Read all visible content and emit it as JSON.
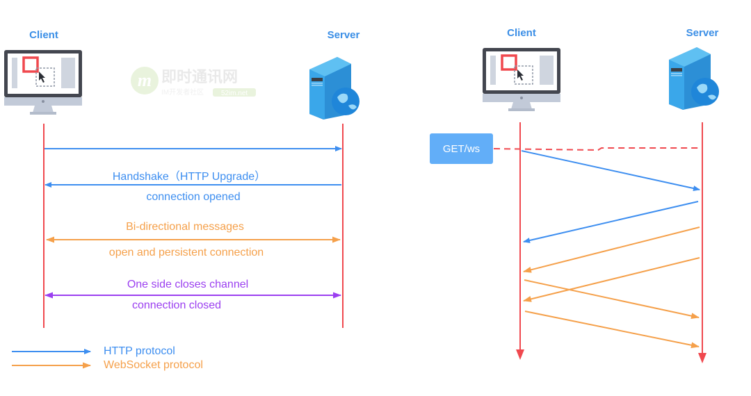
{
  "left_diagram": {
    "client_label": "Client",
    "server_label": "Server",
    "messages": [
      {
        "id": "request",
        "label_above": "",
        "label_below": "",
        "direction": "client-to-server",
        "protocol": "HTTP"
      },
      {
        "id": "handshake",
        "label_above": "Handshake（HTTP Upgrade）",
        "label_below": "connection opened",
        "direction": "server-to-client",
        "protocol": "HTTP"
      },
      {
        "id": "bidirectional",
        "label_above": "Bi-directional messages",
        "label_below": "open and persistent connection",
        "direction": "both",
        "protocol": "WebSocket"
      },
      {
        "id": "close",
        "label_above": "One side closes channel",
        "label_below": "connection closed",
        "direction": "both",
        "protocol": "close"
      }
    ]
  },
  "right_diagram": {
    "client_label": "Client",
    "server_label": "Server",
    "request_badge": "GET/ws",
    "messages": [
      {
        "from": "client",
        "to": "server",
        "protocol": "HTTP"
      },
      {
        "from": "server",
        "to": "client",
        "protocol": "HTTP"
      },
      {
        "from": "server",
        "to": "client",
        "protocol": "WebSocket"
      },
      {
        "from": "server",
        "to": "client",
        "protocol": "WebSocket"
      },
      {
        "from": "client",
        "to": "server",
        "protocol": "WebSocket"
      },
      {
        "from": "client",
        "to": "server",
        "protocol": "WebSocket"
      }
    ]
  },
  "legend": [
    {
      "label": "HTTP protocol",
      "color": "#3d8ef0"
    },
    {
      "label": "WebSocket protocol",
      "color": "#f5a04a"
    }
  ],
  "watermark": {
    "title": "即时通讯网",
    "subtitle": "IM开发者社区",
    "site": "52im.net"
  },
  "colors": {
    "http": "#3d8ef0",
    "websocket": "#f5a04a",
    "close": "#9b3ff0",
    "lifeline": "#f0484e",
    "badge": "#62aef8"
  }
}
